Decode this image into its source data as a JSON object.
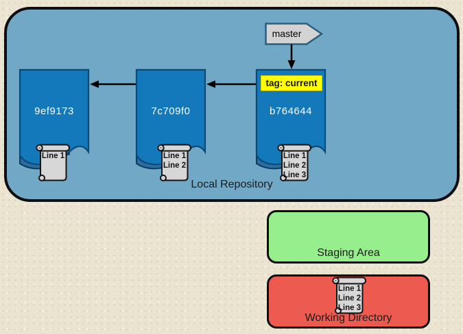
{
  "diagram": {
    "background_color": "#ebe4d0"
  },
  "local_repository": {
    "label": "Local Repository",
    "container_color": "#70a8c6",
    "commit_color": "#1379bb",
    "branch_ref": {
      "label": "master"
    },
    "tag": {
      "label": "tag: current",
      "color": "#ffff00"
    },
    "commits": [
      {
        "id": "9ef9173",
        "file_lines": [
          "Line 1"
        ]
      },
      {
        "id": "7c709f0",
        "file_lines": [
          "Line 1",
          "Line 2"
        ]
      },
      {
        "id": "b764644",
        "file_lines": [
          "Line 1",
          "Line 2",
          "Line 3"
        ]
      }
    ]
  },
  "staging_area": {
    "label": "Staging Area",
    "color": "#96ee8d"
  },
  "working_directory": {
    "label": "Working Directory",
    "color": "#ed5a50",
    "file_lines": [
      "Line 1",
      "Line 2",
      "Line 3"
    ]
  }
}
